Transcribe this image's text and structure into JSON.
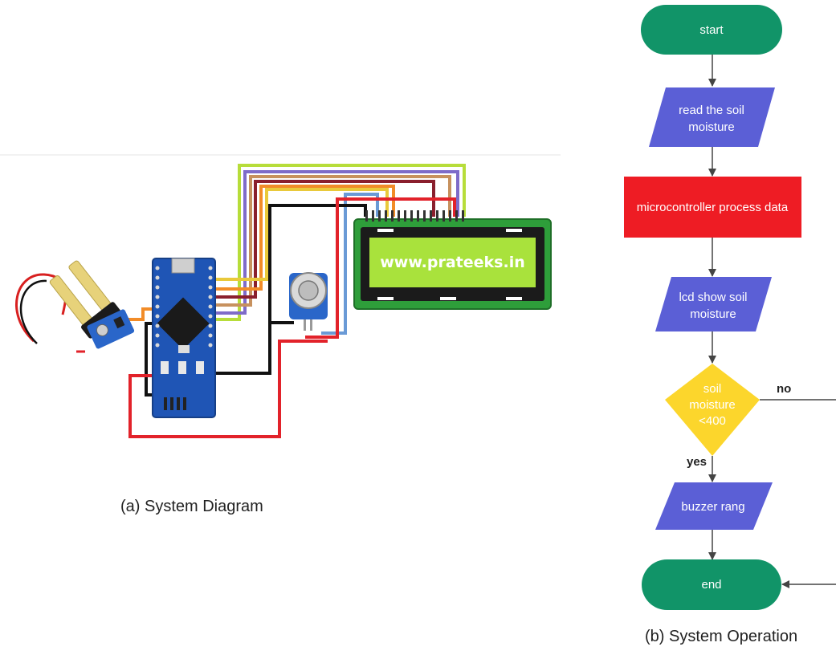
{
  "left_panel": {
    "lcd_text": "www.prateeks.in",
    "caption": "(a) System Diagram"
  },
  "flowchart": {
    "nodes": {
      "start": "start",
      "read_line1": "read the soil",
      "read_line2": "moisture",
      "process": "microcontroller process data",
      "lcd_line1": "lcd show soil",
      "lcd_line2": "moisture",
      "decision_line1": "soil",
      "decision_line2": "moisture",
      "decision_line3": "<400",
      "buzzer": "buzzer rang",
      "end": "end"
    },
    "labels": {
      "no": "no",
      "yes": "yes"
    },
    "caption": "(b) System Operation"
  },
  "colors": {
    "terminal": "#119468",
    "io": "#5B5FD6",
    "process": "#EE1C24",
    "decision": "#FCD62C",
    "lcd_screen": "#A9E23C",
    "lcd_board": "#2E9E3A",
    "arduino_board": "#1F55B5"
  }
}
